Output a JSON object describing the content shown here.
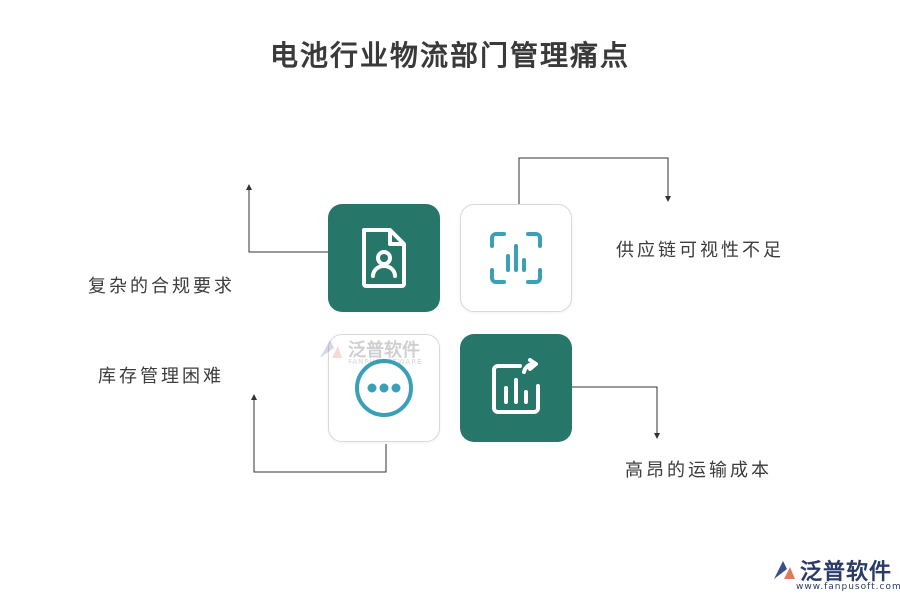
{
  "title": "电池行业物流部门管理痛点",
  "items": [
    {
      "label": "复杂的合规要求",
      "icon": "user-document-icon"
    },
    {
      "label": "供应链可视性不足",
      "icon": "scan-chart-icon"
    },
    {
      "label": "库存管理困难",
      "icon": "more-dots-icon"
    },
    {
      "label": "高昂的运输成本",
      "icon": "chart-export-icon"
    }
  ],
  "watermark": {
    "text": "泛普软件",
    "sub": "FANPUSOFTWARE"
  },
  "logo": {
    "text": "泛普软件",
    "url": "www.fanpusoft.com"
  },
  "colors": {
    "dark_card": "#26766a",
    "icon_accent": "#3aa0b8",
    "line": "#333333"
  }
}
